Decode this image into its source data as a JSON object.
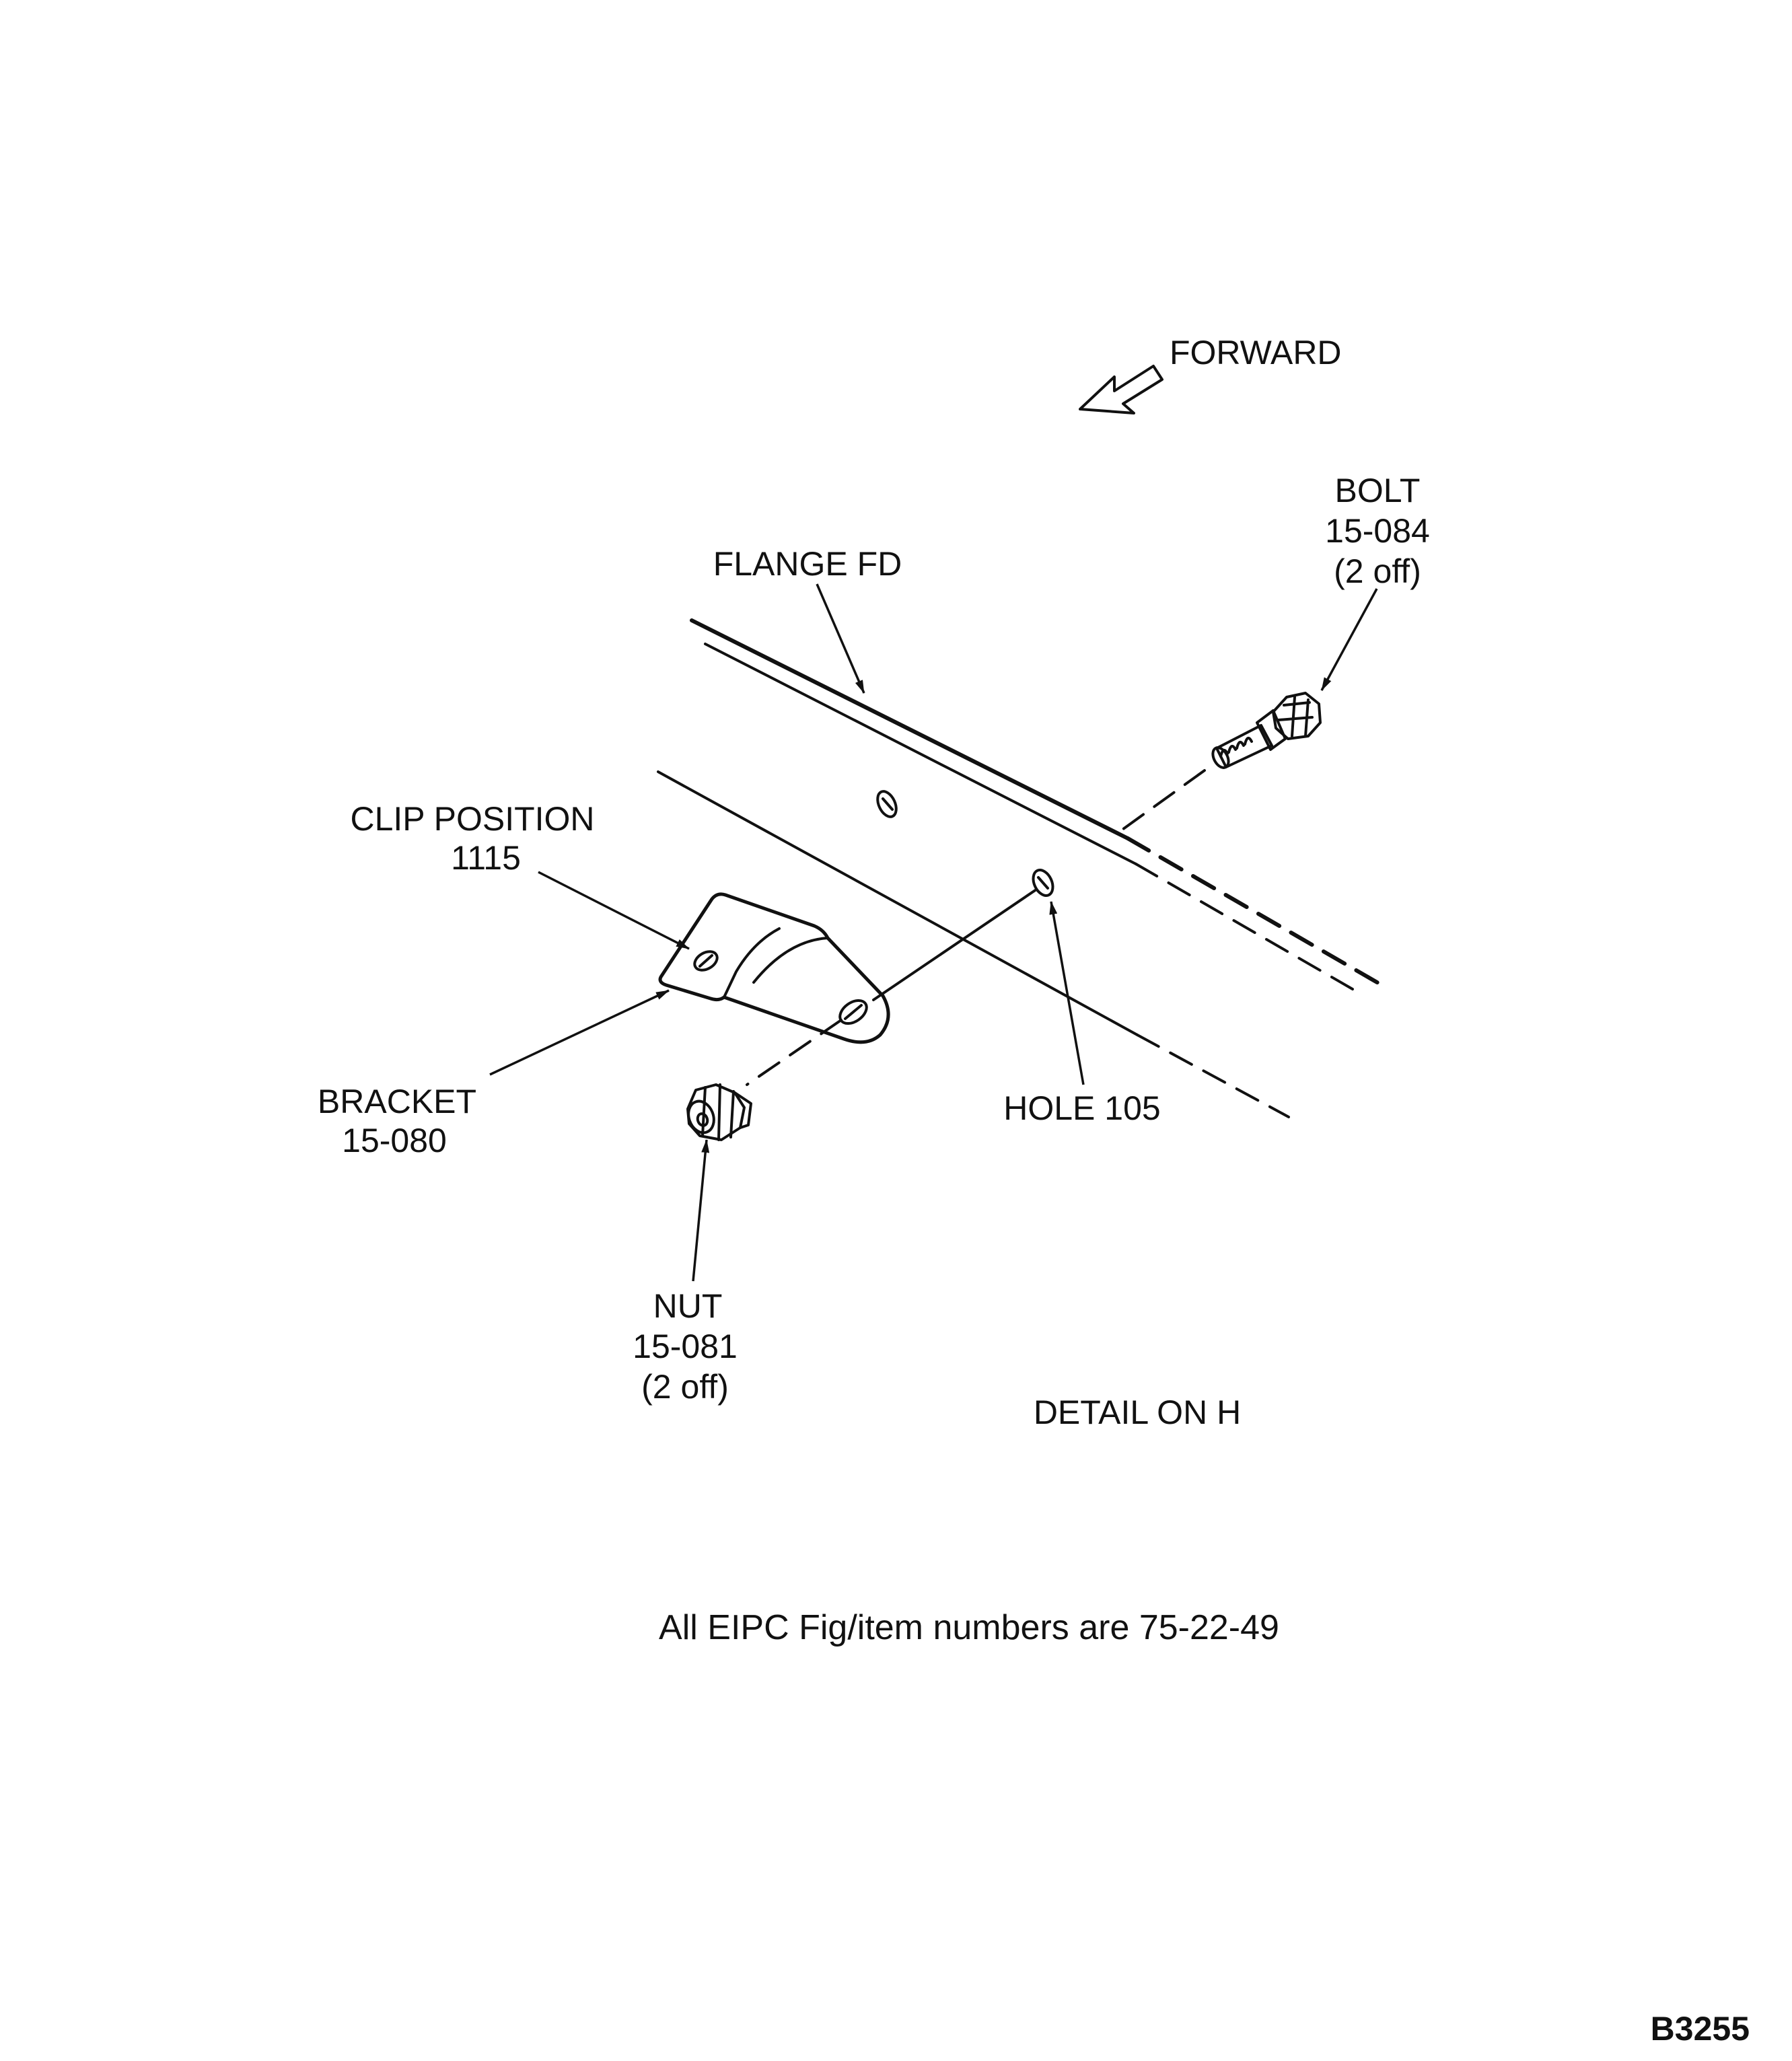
{
  "labels": {
    "forward": "FORWARD",
    "bolt": [
      "BOLT",
      "15-084",
      "(2 off)"
    ],
    "flange": "FLANGE FD",
    "clip_position": [
      "CLIP POSITION",
      "1115"
    ],
    "bracket": [
      "BRACKET",
      "15-080"
    ],
    "hole": "HOLE 105",
    "nut": [
      "NUT",
      "15-081",
      "(2 off)"
    ],
    "detail": "DETAIL ON H"
  },
  "caption": "All EIPC Fig/item numbers are 75-22-49",
  "reference": "B3255",
  "icons": {
    "forward_arrow": "hollow-arrow-pointing-lower-left",
    "bolt": "hex-head-bolt",
    "nut": "hex-nut",
    "bracket": "angled-bracket"
  }
}
